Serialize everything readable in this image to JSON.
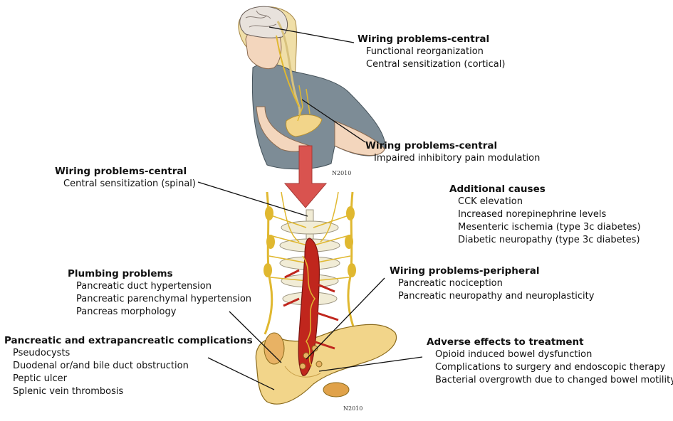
{
  "labels": {
    "wiring_central_cortical": {
      "heading": "Wiring problems-central",
      "items": [
        "Functional reorganization",
        "Central sensitization (cortical)"
      ]
    },
    "wiring_central_modulation": {
      "heading": "Wiring problems-central",
      "items": [
        "Impaired inhibitory pain modulation"
      ]
    },
    "wiring_central_spinal": {
      "heading": "Wiring problems-central",
      "items": [
        "Central sensitization (spinal)"
      ]
    },
    "additional_causes": {
      "heading": "Additional causes",
      "items": [
        "CCK elevation",
        "Increased norepinephrine levels",
        "Mesenteric ischemia (type 3c diabetes)",
        "Diabetic neuropathy (type 3c diabetes)"
      ]
    },
    "plumbing_problems": {
      "heading": "Plumbing problems",
      "items": [
        "Pancreatic duct hypertension",
        "Pancreatic parenchymal hypertension",
        "Pancreas morphology"
      ]
    },
    "wiring_peripheral": {
      "heading": "Wiring problems-peripheral",
      "items": [
        "Pancreatic nociception",
        "Pancreatic neuropathy and neuroplasticity"
      ]
    },
    "complications": {
      "heading": "Pancreatic and extrapancreatic complications",
      "items": [
        "Pseudocysts",
        "Duodenal or/and bile duct obstruction",
        "Peptic ulcer",
        "Splenic vein thrombosis"
      ]
    },
    "adverse_effects": {
      "heading": "Adverse effects to treatment",
      "items": [
        "Opioid induced bowel dysfunction",
        "Complications to surgery and endoscopic therapy",
        "Bacterial overgrowth due to changed bowel motility"
      ]
    }
  },
  "colors": {
    "arrow": "#d9534f",
    "aorta": "#c0261d",
    "pancreas": "#f2d58a",
    "nerves": "#e0b830",
    "skin": "#f3d6bd",
    "hair": "#f0dfa8",
    "shirt": "#7d8c96",
    "spine": "#f1ecd6"
  }
}
